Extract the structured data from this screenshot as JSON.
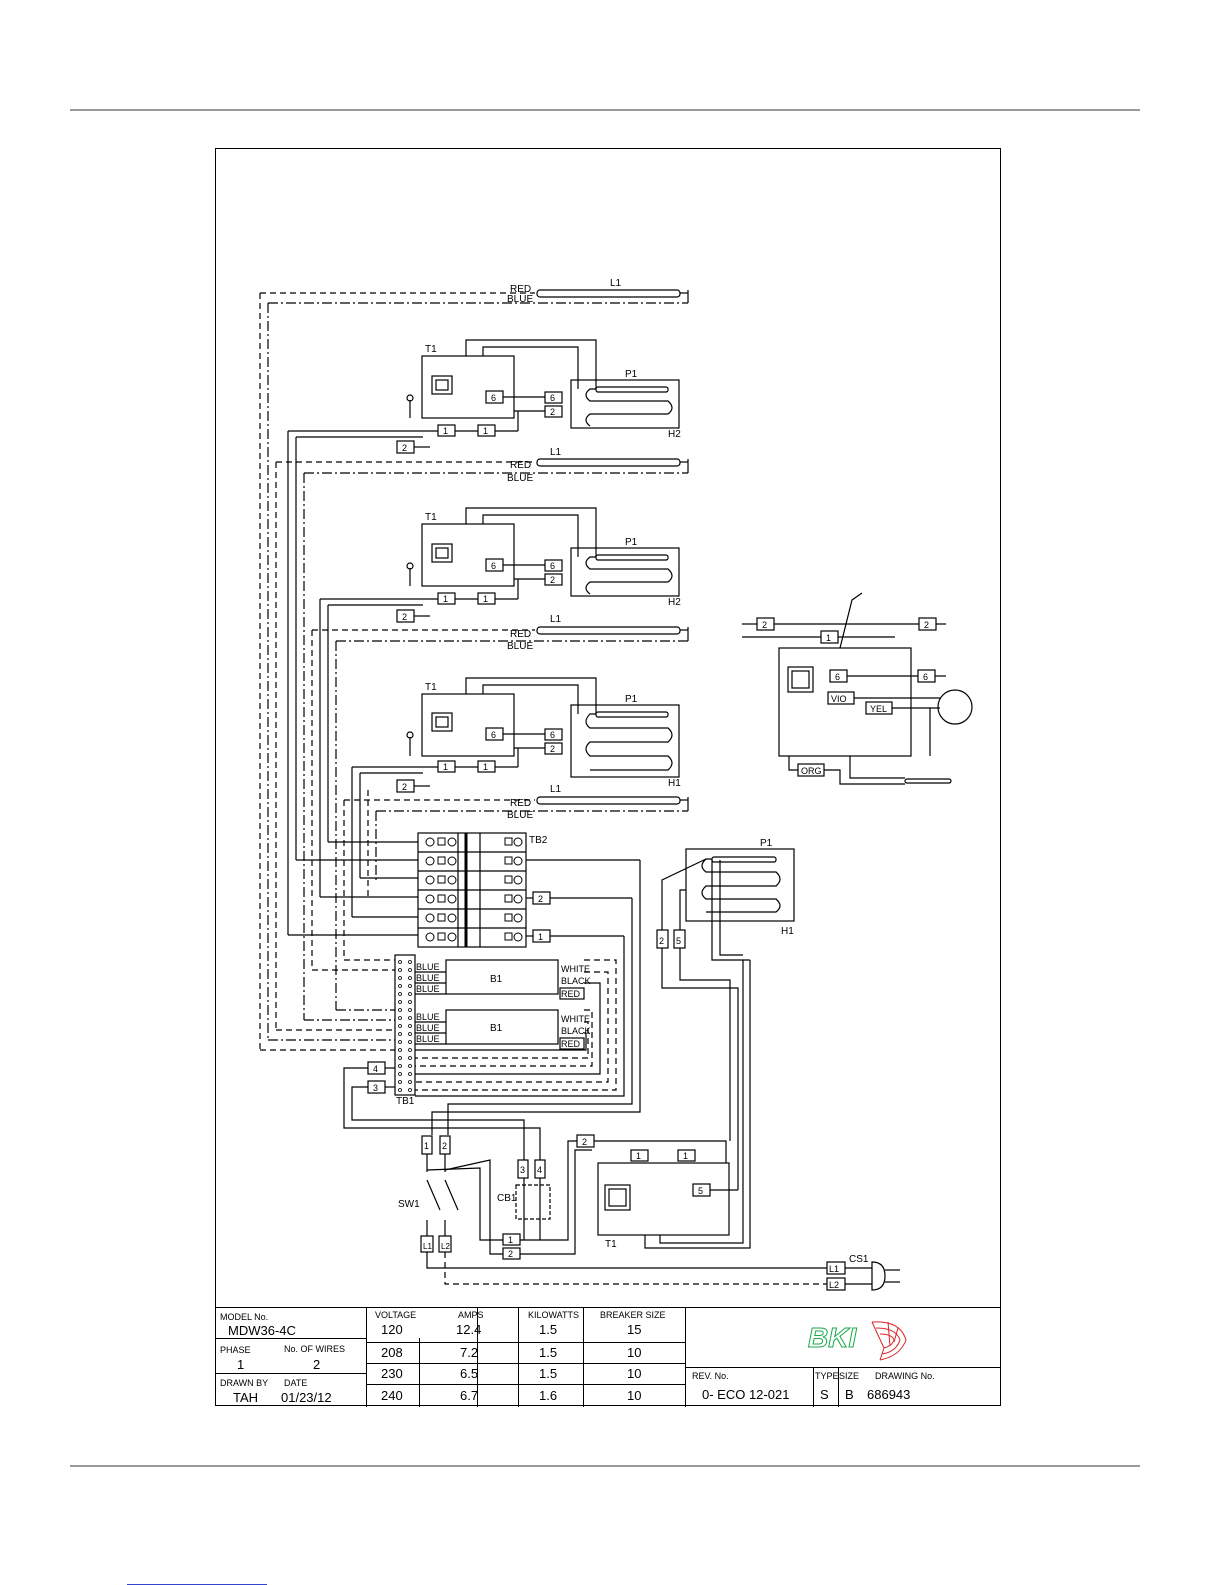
{
  "diagram": {
    "wire_colors": {
      "red": "RED",
      "blue": "BLUE",
      "white": "WHITE",
      "black": "BLACK",
      "violet": "VIO",
      "yellow": "YEL",
      "orange": "ORG"
    },
    "components": {
      "lamp": "L1",
      "thermostat": "T1",
      "probe": "P1",
      "heater_h2": "H2",
      "heater_h1": "H1",
      "terminal_block_2": "TB2",
      "terminal_block_1": "TB1",
      "ballast": "B1",
      "switch": "SW1",
      "breaker": "CB1",
      "cord_set": "CS1",
      "line1": "L1",
      "line2": "L2"
    },
    "terminals": [
      "1",
      "2",
      "3",
      "4",
      "5",
      "6"
    ]
  },
  "title_block": {
    "model_label": "MODEL No.",
    "model_value": "MDW36-4C",
    "phase_label": "PHASE",
    "phase_value": "1",
    "wires_label": "No. OF WIRES",
    "wires_value": "2",
    "drawn_by_label": "DRAWN BY",
    "drawn_by_value": "TAH",
    "date_label": "DATE",
    "date_value": "01/23/12",
    "table_headers": [
      "VOLTAGE",
      "AMPS",
      "KILOWATTS",
      "BREAKER SIZE"
    ],
    "table_rows": [
      [
        "120",
        "12.4",
        "1.5",
        "15"
      ],
      [
        "208",
        "7.2",
        "1.5",
        "10"
      ],
      [
        "230",
        "6.5",
        "1.5",
        "10"
      ],
      [
        "240",
        "6.7",
        "1.6",
        "10"
      ]
    ],
    "logo_text": "BKI",
    "rev_label": "REV. No.",
    "rev_value": "0- ECO 12-021",
    "type_label": "TYPE",
    "size_label": "SIZE",
    "drawing_label": "DRAWING No.",
    "type_value": "S",
    "size_value": "B",
    "drawing_value": "686943"
  }
}
